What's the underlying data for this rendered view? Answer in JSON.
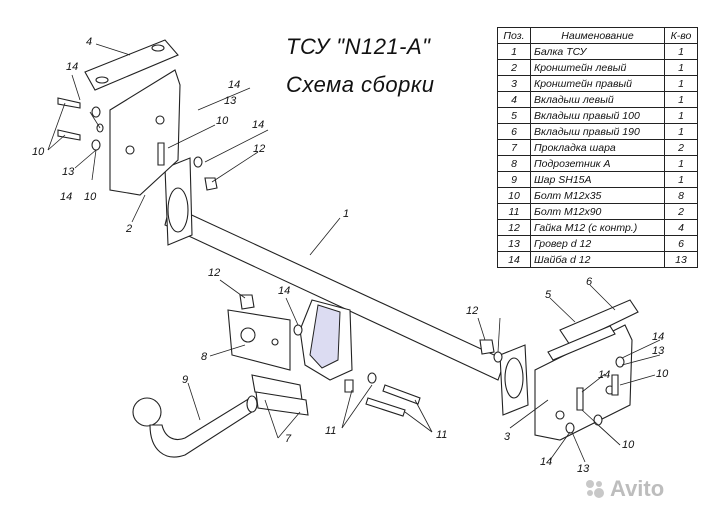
{
  "title": "ТСУ \"N121-A\"",
  "subtitle": "Схема сборки",
  "table": {
    "headers": {
      "pos": "Поз.",
      "name": "Наименование",
      "qty": "К-во"
    },
    "rows": [
      {
        "pos": "1",
        "name": "Балка ТСУ",
        "qty": "1"
      },
      {
        "pos": "2",
        "name": "Кронштейн левый",
        "qty": "1"
      },
      {
        "pos": "3",
        "name": "Кронштейн правый",
        "qty": "1"
      },
      {
        "pos": "4",
        "name": "Вкладыш левый",
        "qty": "1"
      },
      {
        "pos": "5",
        "name": "Вкладыш правый 100",
        "qty": "1"
      },
      {
        "pos": "6",
        "name": "Вкладыш правый 190",
        "qty": "1"
      },
      {
        "pos": "7",
        "name": "Прокладка шара",
        "qty": "2"
      },
      {
        "pos": "8",
        "name": "Подрозетник А",
        "qty": "1"
      },
      {
        "pos": "9",
        "name": "Шар SH15A",
        "qty": "1"
      },
      {
        "pos": "10",
        "name": "Болт М12х35",
        "qty": "8"
      },
      {
        "pos": "11",
        "name": "Болт М12х90",
        "qty": "2"
      },
      {
        "pos": "12",
        "name": "Гайка М12 (с контр.)",
        "qty": "4"
      },
      {
        "pos": "13",
        "name": "Гровер d 12",
        "qty": "6"
      },
      {
        "pos": "14",
        "name": "Шайба d 12",
        "qty": "13"
      }
    ]
  },
  "callouts": {
    "c1": "1",
    "c2": "2",
    "c3": "3",
    "c4": "4",
    "c5": "5",
    "c6": "6",
    "c7": "7",
    "c8": "8",
    "c9": "9",
    "c10a": "10",
    "c10b": "10",
    "c10c": "10",
    "c10d": "10",
    "c10e": "10",
    "c11a": "11",
    "c11b": "11",
    "c12a": "12",
    "c12b": "12",
    "c12c": "12",
    "c13a": "13",
    "c13b": "13",
    "c13c": "13",
    "c13d": "13",
    "c14a": "14",
    "c14b": "14",
    "c14c": "14",
    "c14d": "14",
    "c14e": "14",
    "c14f": "14",
    "c14g": "14",
    "c14h": "14"
  },
  "watermark": "Avito",
  "colors": {
    "shade": "#dcdcf2",
    "line": "#222222",
    "watermark": "#bdbdbd"
  }
}
